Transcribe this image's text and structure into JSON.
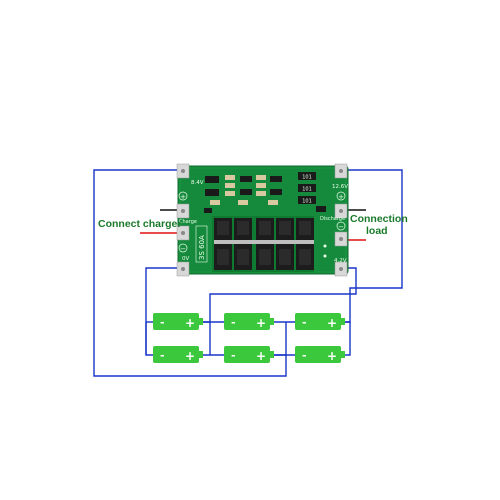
{
  "board": {
    "left_pads": [
      "8.4V",
      "Charge",
      "0V"
    ],
    "right_pads": [
      "12.6V",
      "Discharge",
      "4.2V"
    ],
    "model_text": "3S 60A",
    "resistor_codes": [
      "101",
      "101",
      "101"
    ],
    "pad_symbols": {
      "plus": "+",
      "minus": "−"
    }
  },
  "labels": {
    "charger": "Connect charger",
    "load_line1": "Connection",
    "load_line2": "load"
  },
  "cells": {
    "minus": "-",
    "plus": "+"
  },
  "colors": {
    "pcb": "#168a3c",
    "wire": "#1a35c8",
    "red_wire": "#e01010",
    "cell": "#3cc83c",
    "label": "#1a7a2a"
  }
}
